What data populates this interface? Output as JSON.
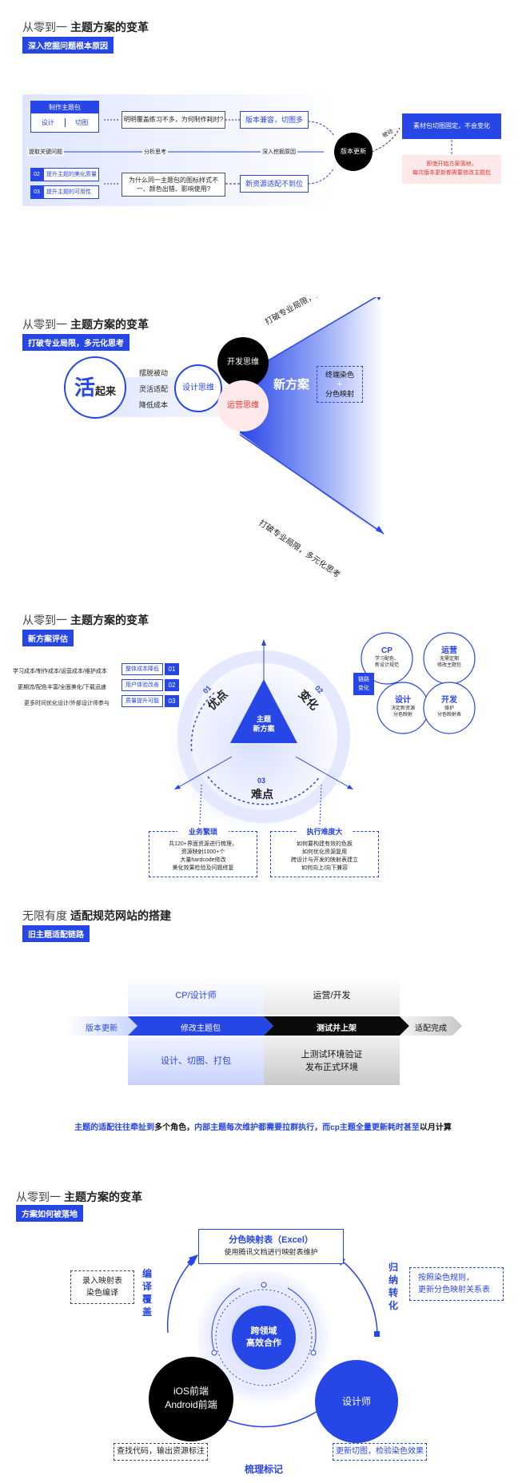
{
  "colors": {
    "accent": "#2746e6",
    "black": "#000000",
    "red": "#e8322f",
    "light_blue": "#e9eeff",
    "pink": "#fde9e9"
  },
  "s1": {
    "title_pre": "从零到一",
    "title_main": "主题方案的变革",
    "tag": "深入挖掘问题根本原因",
    "make_pkg": "制作主题包",
    "design": "设计",
    "cut": "切图",
    "q1": "明明覆盖练习不多，为何制作耗时?",
    "a1": "版本兼容，切图多",
    "flow1": "提取关键问题",
    "flow2": "分析思考",
    "flow3": "深入挖掘原因",
    "goal2": "提升主题的美化质量",
    "goal3": "提升主题的可用性",
    "n2": "02",
    "n3": "03",
    "q2": "为什么同一主题包的图标样式不一、颜色出错、影响使用?",
    "a2": "新资源适配不到位",
    "center": "版本更新",
    "passive": "被动",
    "right1": "素材包切图固定，不会变化",
    "right2a": "即使开始方案落地，",
    "right2b": "每次版本更新都需要修改主题包"
  },
  "s2": {
    "title_pre": "从零到一",
    "title_main": "主题方案的变革",
    "tag": "打破专业局限，多元化思考",
    "huo": "活",
    "qilai": "起来",
    "list": [
      "摆脱被动",
      "灵活适配",
      "降低成本"
    ],
    "design_think": "设计思维",
    "dev_think": "开发思维",
    "ops_think": "运营思维",
    "new_plan": "新方案",
    "box1": "终端染色",
    "plus": "+",
    "box2": "分色映射",
    "diag": "打破专业局限，多元化思考"
  },
  "s3": {
    "title_pre": "从零到一",
    "title_main": "主题方案的变革",
    "tag": "新方案评估",
    "rows": [
      {
        "left": "学习成本/制作成本/运营成本/维护成本",
        "label": "整体成本降低",
        "num": "01"
      },
      {
        "left": "更期流/配色丰富/全面美化/下载迅速",
        "label": "用户体验改善",
        "num": "02"
      },
      {
        "left": "更多时间优化设计/外部设计师参与",
        "label": "质量提升可能",
        "num": "03"
      }
    ],
    "center_a": "主题",
    "center_b": "新方案",
    "adv_num": "01",
    "adv": "优点",
    "chg_num": "02",
    "chg": "变化",
    "diff_num": "03",
    "diff": "难点",
    "box_l_title": "业务繁琐",
    "box_l": [
      "共120+界面资源进行梳理，",
      "资源映射1000+个",
      "大量hardcode修改",
      "美化效果检验及问题修复"
    ],
    "box_r_title": "执行难度大",
    "box_r": [
      "如何要构建有效的色板",
      "如何优化资源复用",
      "跨设计与开发的映射表建立",
      "如何向上/向下兼容"
    ],
    "chain_a": "链路",
    "chain_b": "变化",
    "c_cp": "CP",
    "c_cp_t": [
      "学习配色、",
      "新设计规范"
    ],
    "c_ops": "运营",
    "c_ops_t": [
      "无需定期",
      "修改主题包"
    ],
    "c_des": "设计",
    "c_des_t": [
      "决定新资源",
      "分色映射"
    ],
    "c_dev": "开发",
    "c_dev_t": [
      "维护",
      "分色映射表"
    ]
  },
  "s4": {
    "title_pre": "无限有度",
    "title_main": "适配规范网站的搭建",
    "tag": "旧主题适配链路",
    "top_l": "CP/设计师",
    "top_r": "运营/开发",
    "arrow0": "版本更新",
    "arrow1": "修改主题包",
    "arrow2": "测试并上架",
    "arrow3": "适配完成",
    "bot_l": "设计、切图、打包",
    "bot_r_a": "上测试环境验证",
    "bot_r_b": "发布正式环境",
    "summary_a": "主题的适配往往牵扯到",
    "summary_b": "多个角色，",
    "summary_c": "内部主题每次维护都需要拉群执行，",
    "summary_d": "而cp主题全量更新耗时甚至",
    "summary_e": "以月计算"
  },
  "s5": {
    "title_pre": "从零到一",
    "title_main": "主题方案的变革",
    "tag": "方案如何被落地",
    "top_title": "分色映射表（Excel）",
    "top_sub": "使用腾讯文档进行映射表维护",
    "center_a": "跨领域",
    "center_b": "高效合作",
    "left_circle_a": "iOS前端",
    "left_circle_b": "Android前端",
    "right_circle": "设计师",
    "edit": [
      "编",
      "译",
      "覆",
      "盖"
    ],
    "induce": [
      "归",
      "纳",
      "转",
      "化"
    ],
    "left_box_a": "录入映射表",
    "left_box_b": "染色编译",
    "right_box_a": "按照染色规则，",
    "right_box_b": "更新分色映射关系表",
    "bottom": "梳理标记",
    "bl_box": "查找代码，输出资源标注",
    "br_box": "更新切图，检验染色效果"
  }
}
